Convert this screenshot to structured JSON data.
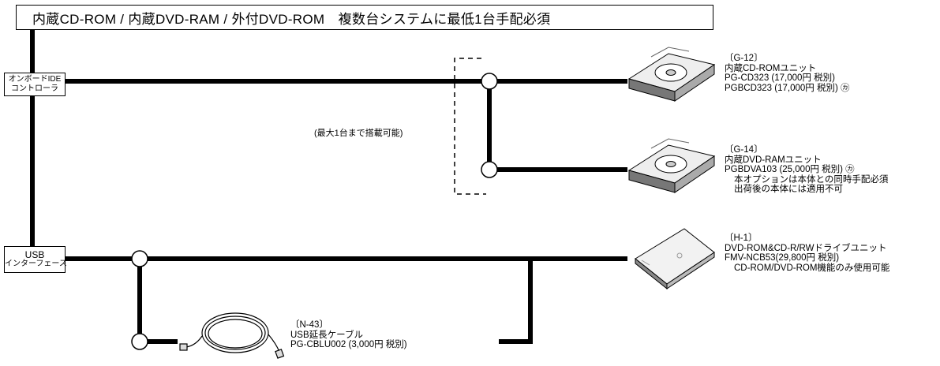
{
  "header": {
    "title": "内蔵CD-ROM / 内蔵DVD-RAM / 外付DVD-ROM　複数台システムに最低1台手配必須"
  },
  "controllers": {
    "ide": {
      "line1": "オンボードIDE",
      "line2": "コントローラ"
    },
    "usb": {
      "line1": "USB",
      "line2": "インターフェース"
    }
  },
  "note_max": "(最大1台まで搭載可能)",
  "products": {
    "g12": {
      "code": "〔G-12〕",
      "name": "内蔵CD-ROMユニット",
      "line1": "PG-CD323 (17,000円 税別)",
      "line2": "PGBCD323 (17,000円 税別) ㋕"
    },
    "g14": {
      "code": "〔G-14〕",
      "name": "内蔵DVD-RAMユニット",
      "line1": "PGBDVA103 (25,000円 税別) ㋕",
      "line2": "本オプションは本体との同時手配必須",
      "line3": "出荷後の本体には適用不可"
    },
    "h1": {
      "code": "〔H-1〕",
      "name": "DVD-ROM&CD-R/RWドライブユニット",
      "line1": "FMV-NCB53(29,800円 税別)",
      "line2": "CD-ROM/DVD-ROM機能のみ使用可能"
    },
    "n43": {
      "code": "〔N-43〕",
      "name": "USB延長ケーブル",
      "line1": "PG-CBLU002 (3,000円 税別)"
    }
  },
  "icons": {
    "cd_drive": "optical-drive-icon",
    "dvd_drive": "optical-drive-icon",
    "external_drive": "external-drive-icon",
    "cable": "usb-cable-icon"
  }
}
